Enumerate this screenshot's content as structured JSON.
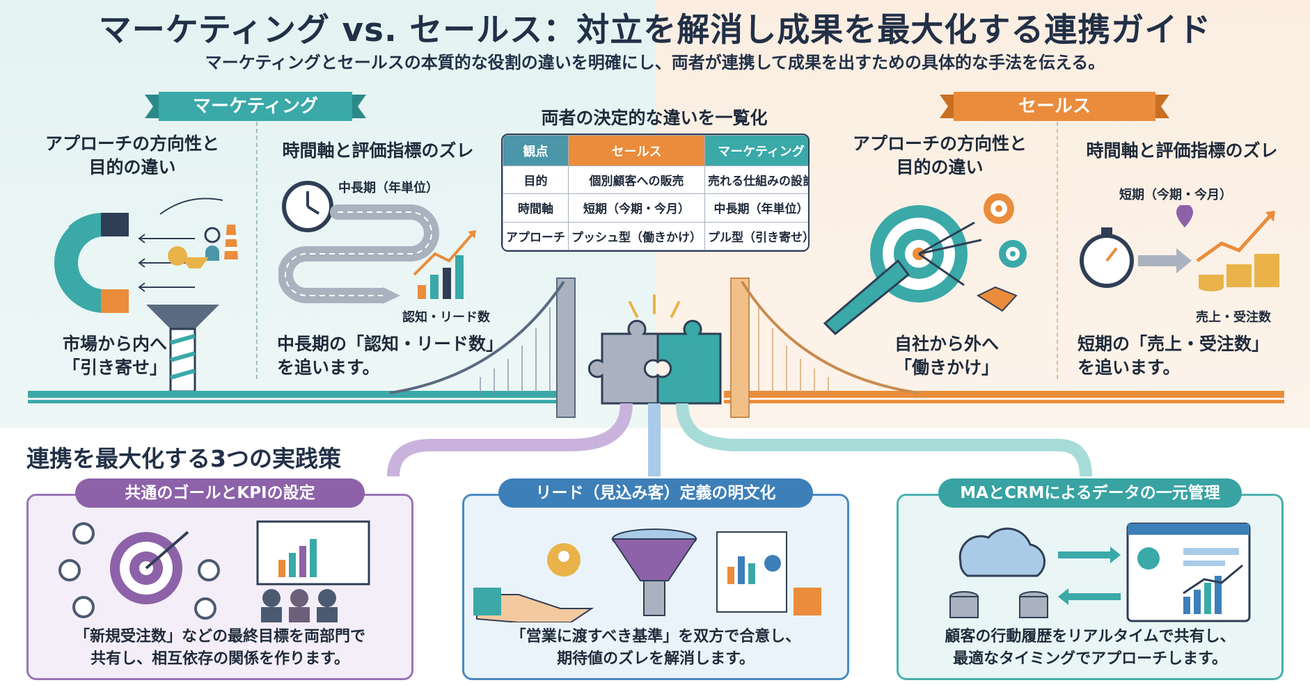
{
  "header": {
    "title": "マーケティング vs. セールス：対立を解消し成果を最大化する連携ガイド",
    "subtitle": "マーケティングとセールスの本質的な役割の違いを明確にし、両者が連携して成果を出すための具体的な手法を伝える。"
  },
  "marketing": {
    "ribbon": "マーケティング",
    "col1_head": [
      "アプローチの方向性と",
      "目的の違い"
    ],
    "col1_body": [
      "市場から内へ",
      "「引き寄せ」"
    ],
    "col2_head": "時間軸と評価指標のズレ",
    "col2_time_label": "中長期（年単位）",
    "col2_metric_label": "認知・リード数",
    "col2_body": [
      "中長期の「認知・リード数」",
      "を追います。"
    ]
  },
  "sales": {
    "ribbon": "セールス",
    "col1_head": [
      "アプローチの方向性と",
      "目的の違い"
    ],
    "col1_body": [
      "自社から外へ",
      "「働きかけ」"
    ],
    "col2_head": "時間軸と評価指標のズレ",
    "col2_time_label": "短期（今期・今月）",
    "col2_metric_label": "売上・受注数",
    "col2_body": [
      "短期の「売上・受注数」",
      "を追います。"
    ]
  },
  "comparison": {
    "title": "両者の決定的な違いを一覧化",
    "headers": [
      "観点",
      "セールス",
      "マーケティング"
    ],
    "rows": [
      [
        "目的",
        "個別顧客への販売",
        "売れる仕組みの設計"
      ],
      [
        "時間軸",
        "短期（今期・今月）",
        "中長期（年単位）"
      ],
      [
        "アプローチ",
        "プッシュ型（働きかけ）",
        "プル型（引き寄せ）"
      ]
    ]
  },
  "practices": {
    "title": "連携を最大化する3つの実践策",
    "items": [
      {
        "label": "共通のゴールとKPIの設定",
        "text": [
          "「新規受注数」などの最終目標を両部門で",
          "共有し、相互依存の関係を作ります。"
        ]
      },
      {
        "label": "リード（見込み客）定義の明文化",
        "text": [
          "「営業に渡すべき基準」を双方で合意し、",
          "期待値のズレを解消します。"
        ]
      },
      {
        "label": "MAとCRMによるデータの一元管理",
        "text": [
          "顧客の行動履歴をリアルタイムで共有し、",
          "最適なタイミングでアプローチします。"
        ]
      }
    ]
  },
  "colors": {
    "teal": "#3aa9a8",
    "orange": "#ea8c3b",
    "purple": "#8d62a9",
    "blue": "#3d7fb8",
    "navy": "#223047"
  },
  "icons": [
    "magnet-icon",
    "funnel-tower-icon",
    "clock-icon",
    "winding-road-icon",
    "bar-chart-up-icon",
    "puzzle-bridge-icon",
    "target-arrow-icon",
    "handshake-icon",
    "stopwatch-icon",
    "coin-stack-icon",
    "presentation-icon",
    "lead-funnel-icon",
    "cloud-database-icon",
    "dashboard-icon"
  ]
}
